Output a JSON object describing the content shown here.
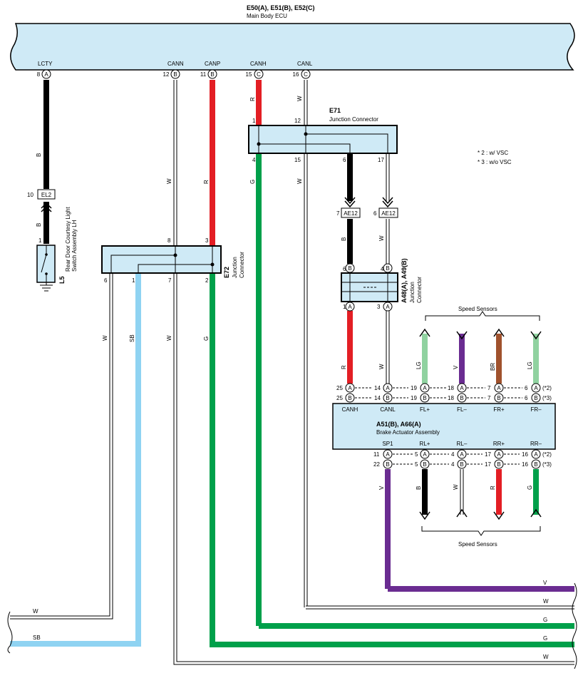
{
  "colors": {
    "box_fill": "#cfeaf6",
    "R": "#e31e24",
    "G": "#00a04a",
    "B": "#1a1a1a",
    "SB": "#8fd3f2",
    "LG": "#90d2a0",
    "V": "#6a2c91",
    "BR": "#a0522d",
    "W": "#ffffff"
  },
  "ecu": {
    "code": "E50(A), E51(B), E52(C)",
    "name": "Main Body ECU",
    "pins": [
      {
        "label": "LCTY",
        "num": "8",
        "conn": "A"
      },
      {
        "label": "CANN",
        "num": "12",
        "conn": "B"
      },
      {
        "label": "CANP",
        "num": "11",
        "conn": "B"
      },
      {
        "label": "CANH",
        "num": "15",
        "conn": "C"
      },
      {
        "label": "CANL",
        "num": "16",
        "conn": "C"
      }
    ]
  },
  "e71": {
    "code": "E71",
    "name": "Junction Connector",
    "top_pins": [
      "1",
      "12"
    ],
    "bottom_pins": [
      "4",
      "15",
      "6",
      "17"
    ]
  },
  "e72": {
    "code": "E72",
    "name_line1": "Junction",
    "name_line2": "Connector",
    "top_pins": [
      "8",
      "3"
    ],
    "bottom_pins": [
      "6",
      "1",
      "7",
      "2"
    ]
  },
  "l5": {
    "code": "L5",
    "name_line1": "Rear Door Courtesy Light",
    "name_line2": "Switch Assembly LH",
    "pin": "1"
  },
  "el2": {
    "code": "EL2",
    "pin": "10"
  },
  "ae12": {
    "code": "AE12",
    "pins": [
      "7",
      "6"
    ]
  },
  "a48": {
    "code": "A48(A), A49(B)",
    "name_line1": "Junction",
    "name_line2": "Connector",
    "top": [
      {
        "num": "6",
        "conn": "B"
      },
      {
        "num": "4",
        "conn": "B"
      }
    ],
    "bottom": [
      {
        "num": "1",
        "conn": "A"
      },
      {
        "num": "3",
        "conn": "A"
      }
    ]
  },
  "notes": [
    "* 2 : w/ VSC",
    "* 3 : w/o VSC"
  ],
  "speed_sensors_label": "Speed Sensors",
  "brake": {
    "code": "A51(B), A66(A)",
    "name": "Brake Actuator Assembly",
    "top_terms": [
      "CANH",
      "CANL",
      "FL+",
      "FL–",
      "FR+",
      "FR–"
    ],
    "bottom_terms": [
      "SP1",
      "RL+",
      "RL–",
      "RR+",
      "RR–"
    ],
    "top_rowA": {
      "nums": [
        "25",
        "14",
        "19",
        "18",
        "7",
        "6"
      ],
      "inner": [
        "19",
        "18",
        "7",
        "6"
      ],
      "note": "(*2)"
    },
    "top_rowB": {
      "nums": [
        "25",
        "14",
        "19",
        "18",
        "7",
        "6"
      ],
      "inner": [
        "19",
        "18",
        "7",
        "6"
      ],
      "note": "(*3)"
    },
    "bot_rowA": {
      "nums": [
        "11",
        "5",
        "4",
        "17",
        "16"
      ],
      "note": "(*2)"
    },
    "bot_rowB": {
      "nums": [
        "22",
        "5",
        "4",
        "17",
        "16"
      ],
      "note": "(*3)"
    }
  },
  "wire_labels": {
    "lcty_1": "B",
    "lcty_2": "B",
    "cann": "W",
    "canp": "R",
    "canh": "R",
    "canl": "W",
    "e71_out_canh": "G",
    "e71_out_canl": "W",
    "e72_cann": "W",
    "e72_canp": "R",
    "e72_out6": "W",
    "e72_out1": "SB",
    "e72_out7": "W",
    "e72_out2": "G",
    "ae_b": "B",
    "ae_w": "W",
    "a48_r": "R",
    "a48_w": "W",
    "fl_p": "LG",
    "fl_m": "V",
    "fr_p": "BR",
    "fr_m": "LG",
    "sp1": "V",
    "rl_p": "B",
    "rl_m": "W",
    "rr_p": "R",
    "rr_m": "G",
    "right_v": "V",
    "right_w1": "W",
    "right_g1": "G",
    "right_g2": "G",
    "right_w2": "W",
    "left_w": "W",
    "left_sb": "SB"
  }
}
